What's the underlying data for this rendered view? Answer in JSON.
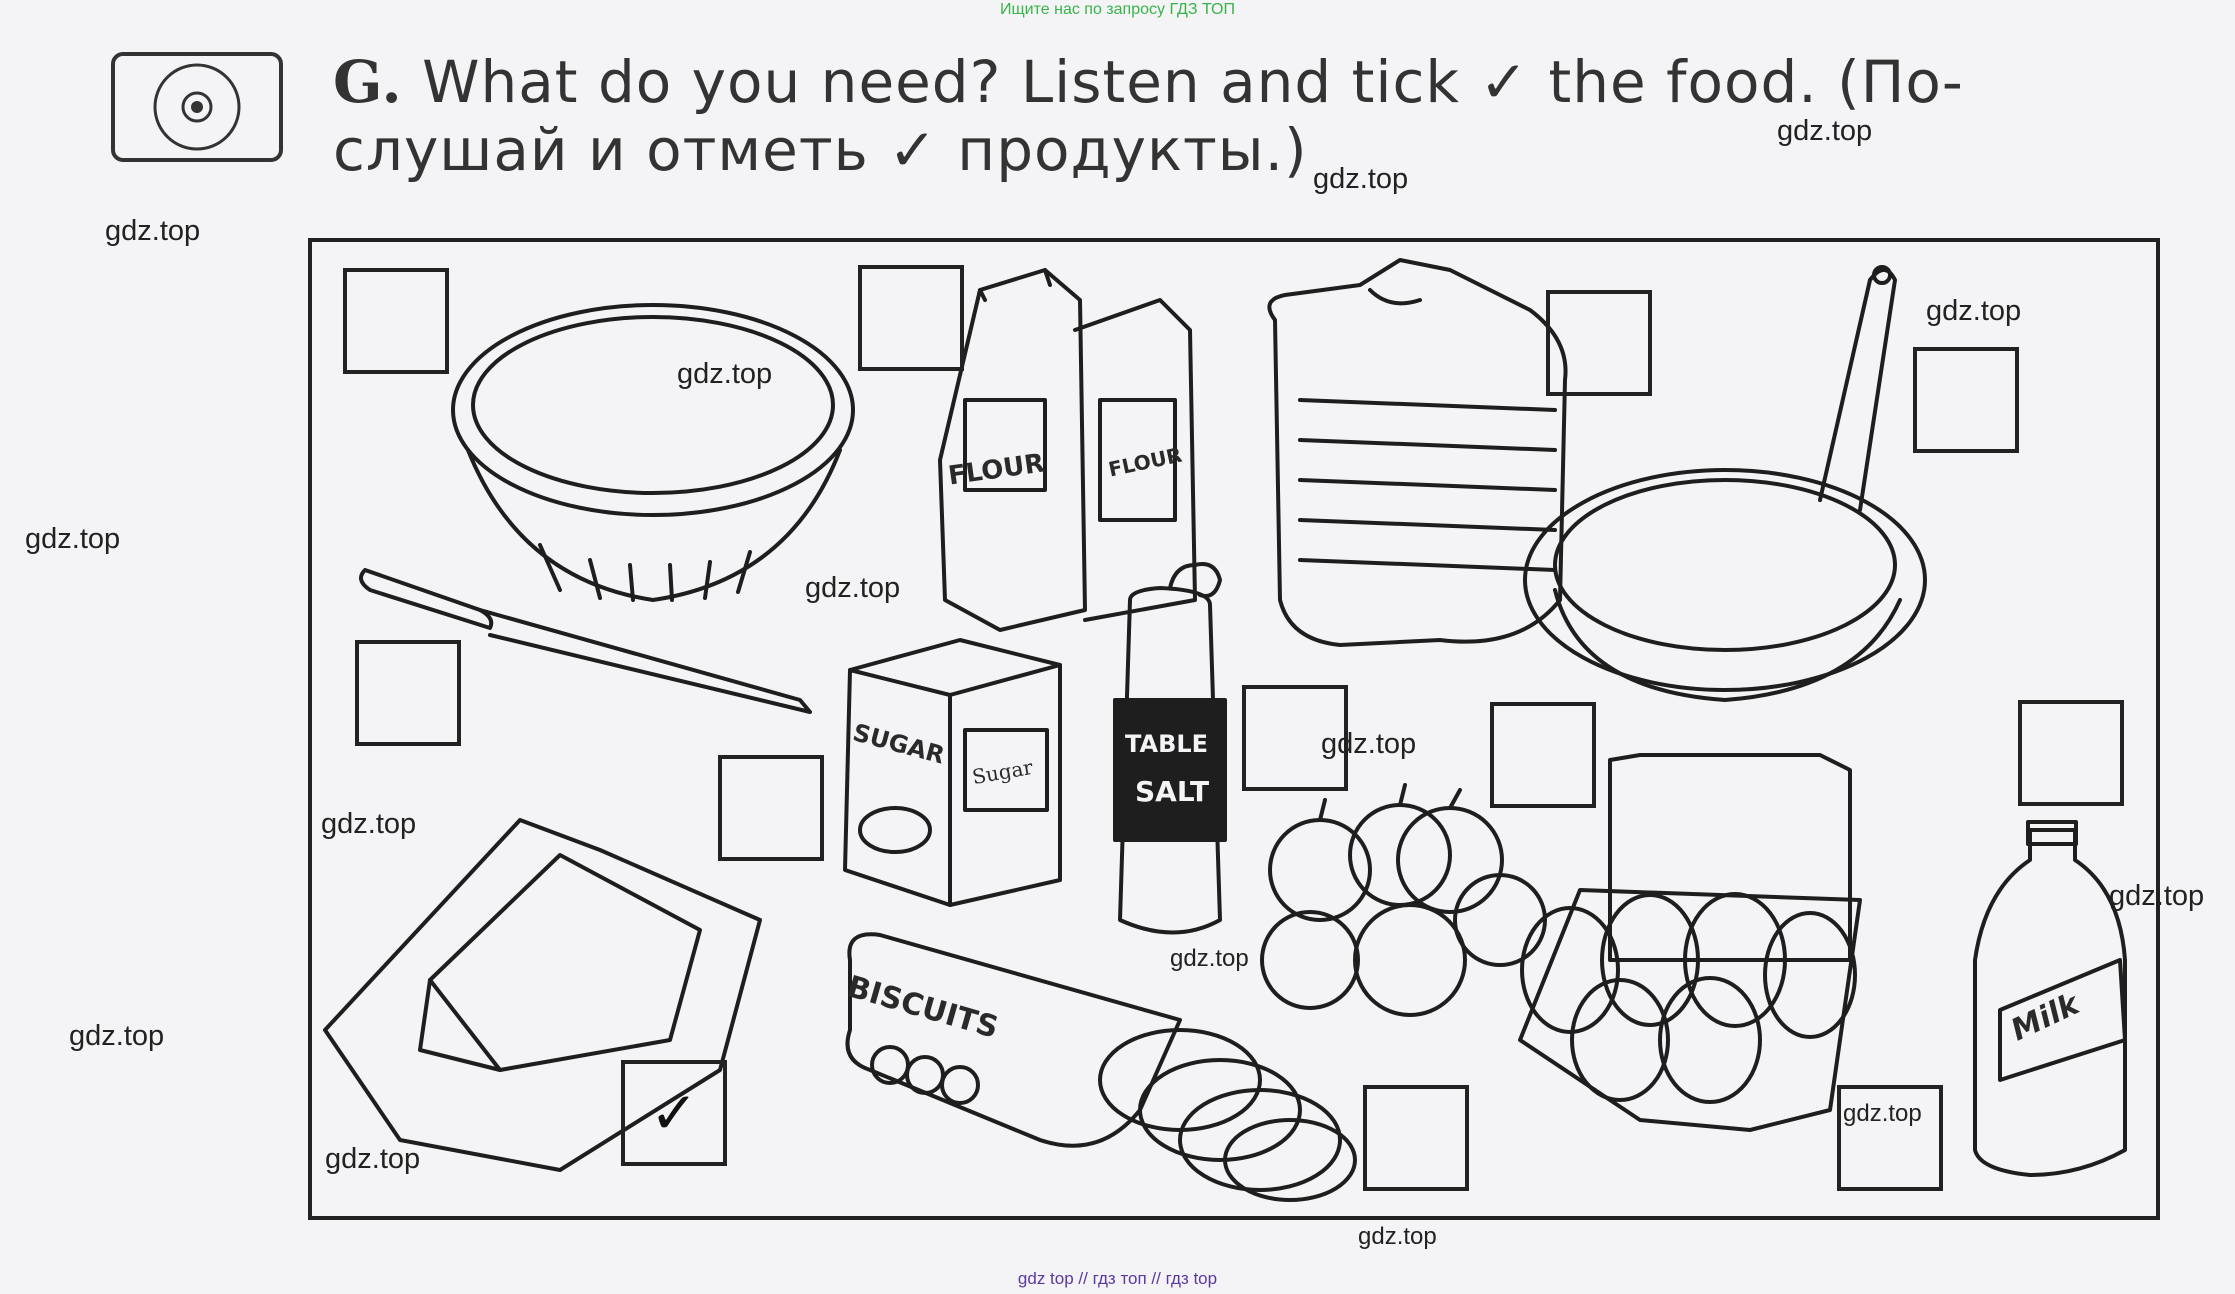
{
  "header": {
    "banner": "Ищите нас по запросу ГДЗ ТОП"
  },
  "task": {
    "label": "G.",
    "line1": "What do you need? Listen and tick ✓ the food. (По-",
    "line2": "слушай и отметь ✓ продукты.)"
  },
  "watermarks": [
    "gdz.top",
    "gdz.top",
    "gdz.top",
    "gdz.top",
    "gdz.top",
    "gdz.top",
    "gdz.top",
    "gdz.top",
    "gdz.top",
    "gdz.top",
    "gdz.top",
    "gdz.top",
    "gdz.top",
    "gdz.top",
    "gdz.top"
  ],
  "items": [
    {
      "name": "bowl",
      "checked": false
    },
    {
      "name": "flour",
      "checked": false
    },
    {
      "name": "bread",
      "checked": false
    },
    {
      "name": "frying-pan",
      "checked": false
    },
    {
      "name": "knife",
      "checked": false
    },
    {
      "name": "sugar",
      "checked": false
    },
    {
      "name": "salt",
      "checked": false
    },
    {
      "name": "apples",
      "checked": false
    },
    {
      "name": "eggs",
      "checked": false
    },
    {
      "name": "milk",
      "checked": false
    },
    {
      "name": "butter",
      "checked": true
    },
    {
      "name": "biscuits",
      "checked": false
    }
  ],
  "labels": {
    "flour_a": "FLOUR",
    "flour_b": "FLOUR",
    "sugar_a": "SUGAR",
    "sugar_b": "Sugar",
    "salt_top": "TABLE",
    "salt_bottom": "SALT",
    "biscuits": "BISCUITS",
    "milk": "Milk",
    "tick_mark": "✓"
  },
  "footer": {
    "text": "gdz top  //  гдз топ  //  гдз top"
  }
}
